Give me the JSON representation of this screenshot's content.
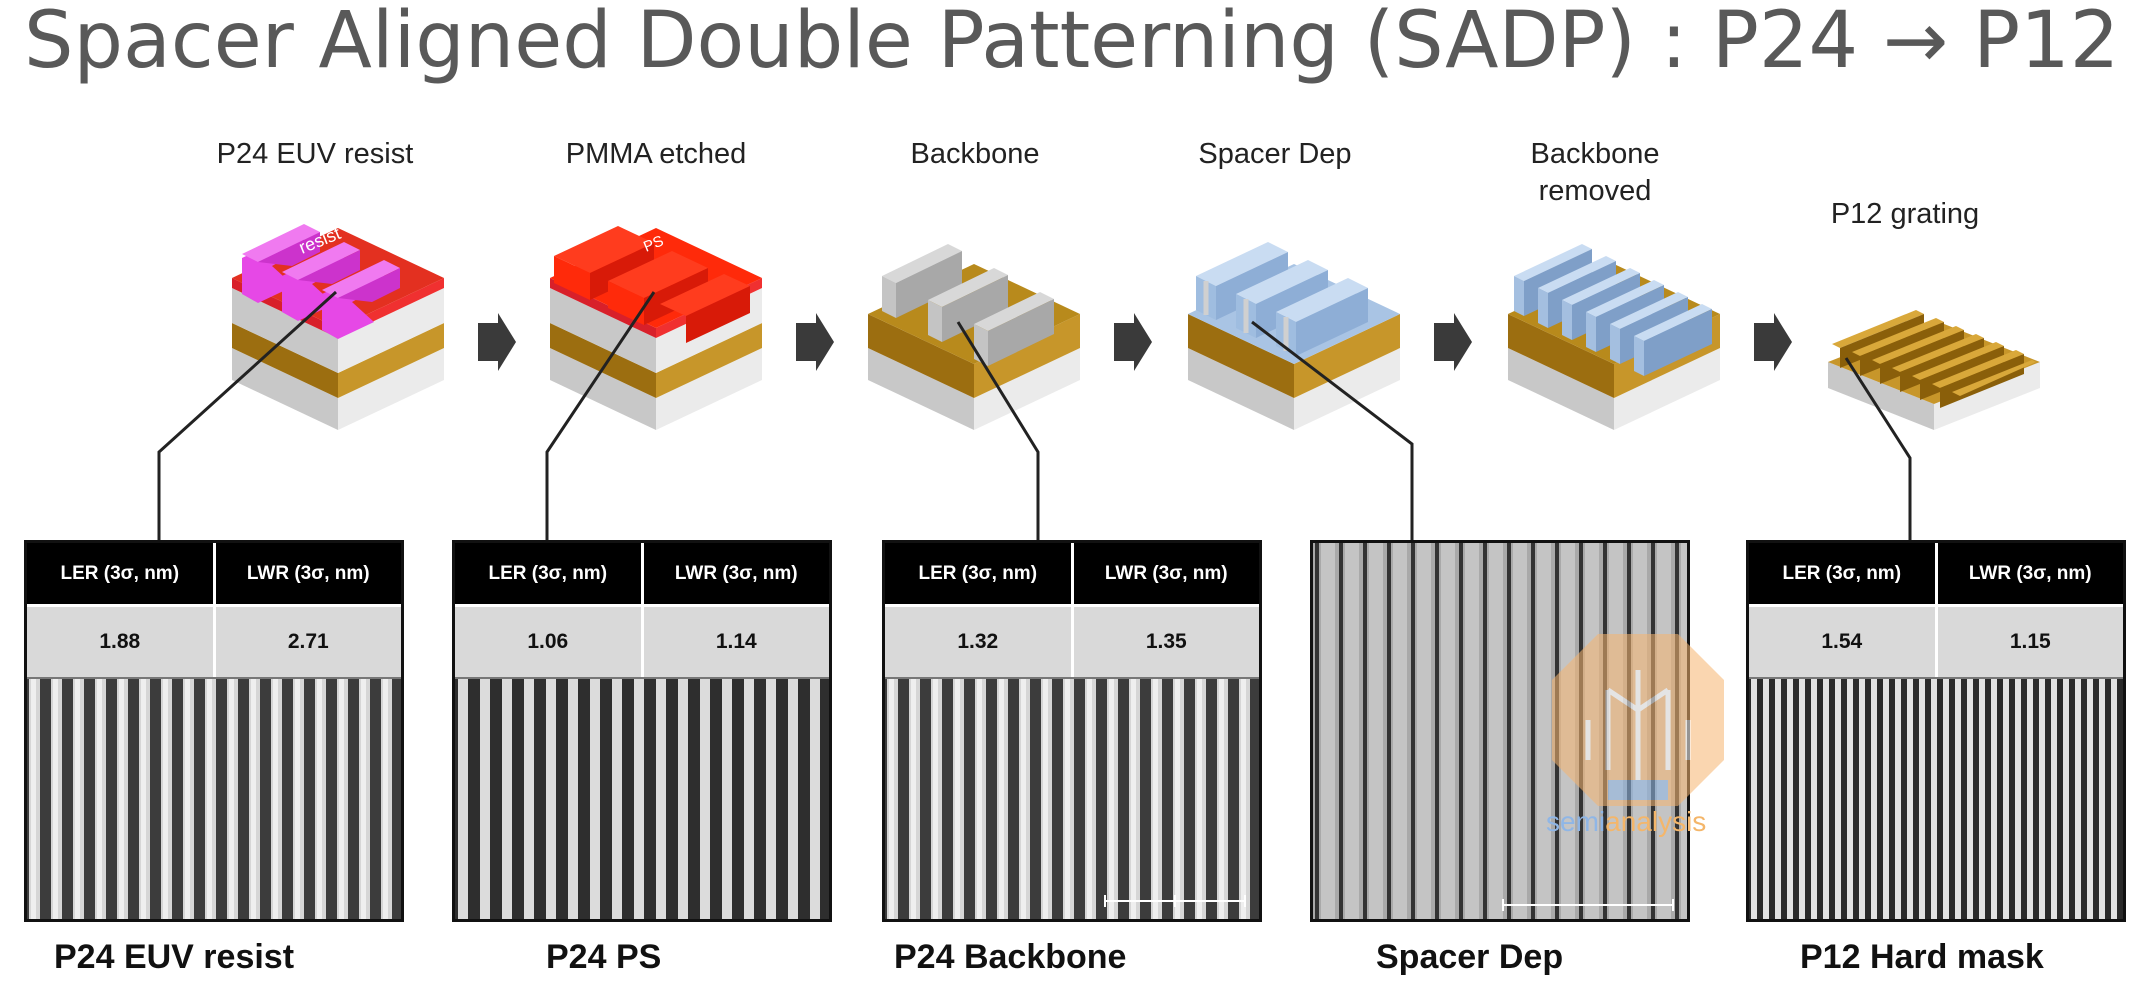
{
  "title": "Spacer Aligned Double Patterning (SADP) : P24 → P12",
  "steps": [
    {
      "label": "P24 EUV resist",
      "cube_text": "resist"
    },
    {
      "label": "PMMA etched",
      "cube_text": "PS"
    },
    {
      "label": "Backbone"
    },
    {
      "label": "Spacer Dep"
    },
    {
      "label": "Backbone removed"
    },
    {
      "label": "P12 grating"
    }
  ],
  "panels": [
    {
      "caption": "P24 EUV resist",
      "ler_header": "LER (3σ, nm)",
      "lwr_header": "LWR (3σ, nm)",
      "ler": "1.88",
      "lwr": "2.71"
    },
    {
      "caption": "P24 PS",
      "ler_header": "LER (3σ, nm)",
      "lwr_header": "LWR (3σ, nm)",
      "ler": "1.06",
      "lwr": "1.14"
    },
    {
      "caption": "P24 Backbone",
      "ler_header": "LER (3σ, nm)",
      "lwr_header": "LWR (3σ, nm)",
      "ler": "1.32",
      "lwr": "1.35"
    },
    {
      "caption": "Spacer Dep"
    },
    {
      "caption": "P12 Hard mask",
      "ler_header": "LER (3σ, nm)",
      "lwr_header": "LWR (3σ, nm)",
      "ler": "1.54",
      "lwr": "1.15"
    }
  ],
  "watermark": {
    "part1": "semi",
    "part2": "analysis"
  },
  "colors": {
    "resist": "#e040e0",
    "ps": "#ff2a0a",
    "gold": "#b8860b",
    "backbone": "#b9b9b9",
    "spacer": "#8fb0d8"
  }
}
